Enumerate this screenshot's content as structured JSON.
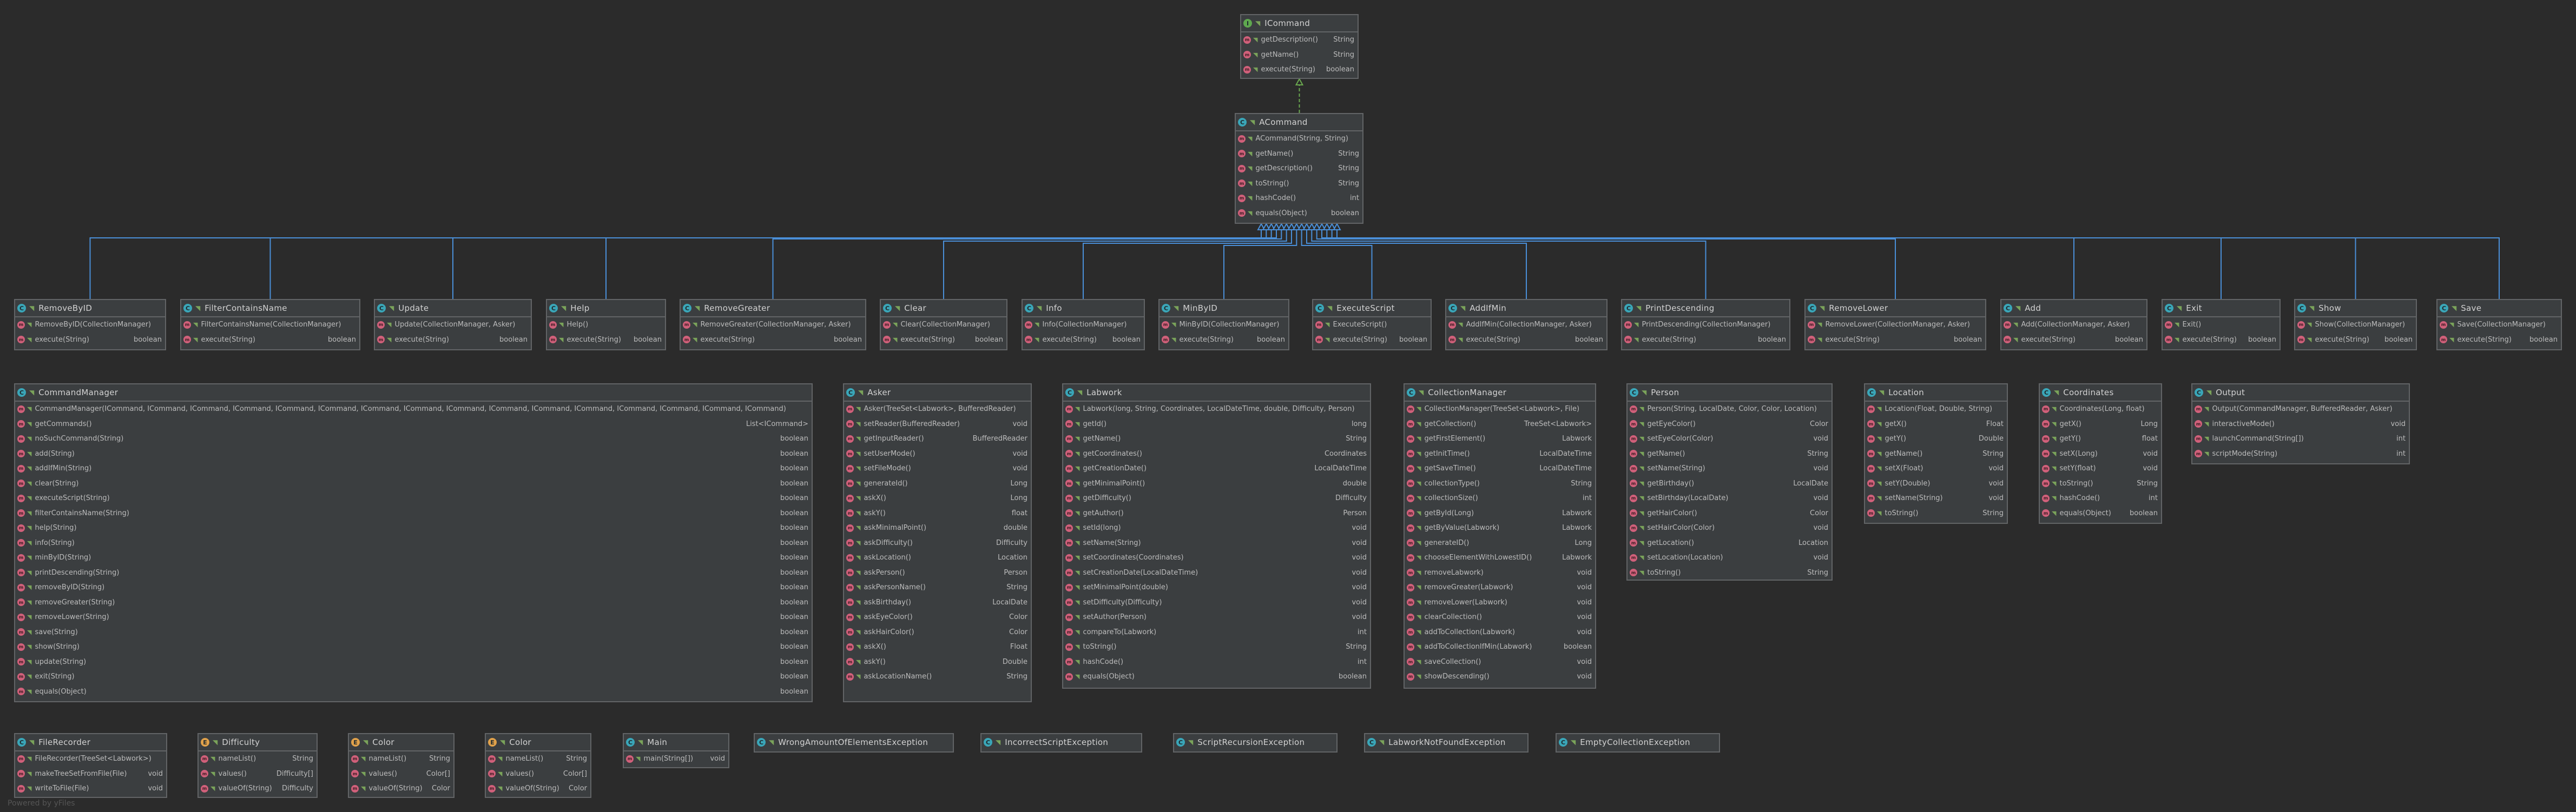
{
  "classes": {
    "icommand": {
      "title": "ICommand",
      "kind": "interface",
      "members": [
        {
          "name": "getDescription()",
          "type": "String"
        },
        {
          "name": "getName()",
          "type": "String"
        },
        {
          "name": "execute(String)",
          "type": "boolean"
        }
      ]
    },
    "acommand": {
      "title": "ACommand",
      "kind": "class",
      "members": [
        {
          "name": "ACommand(String, String)",
          "type": ""
        },
        {
          "name": "getName()",
          "type": "String"
        },
        {
          "name": "getDescription()",
          "type": "String"
        },
        {
          "name": "toString()",
          "type": "String"
        },
        {
          "name": "hashCode()",
          "type": "int"
        },
        {
          "name": "equals(Object)",
          "type": "boolean"
        }
      ]
    },
    "removebyid": {
      "title": "RemoveByID",
      "kind": "class",
      "members": [
        {
          "name": "RemoveByID(CollectionManager)",
          "type": ""
        },
        {
          "name": "execute(String)",
          "type": "boolean"
        }
      ]
    },
    "filtercontainsname": {
      "title": "FilterContainsName",
      "kind": "class",
      "members": [
        {
          "name": "FilterContainsName(CollectionManager)",
          "type": ""
        },
        {
          "name": "execute(String)",
          "type": "boolean"
        }
      ]
    },
    "update": {
      "title": "Update",
      "kind": "class",
      "members": [
        {
          "name": "Update(CollectionManager, Asker)",
          "type": ""
        },
        {
          "name": "execute(String)",
          "type": "boolean"
        }
      ]
    },
    "help": {
      "title": "Help",
      "kind": "class",
      "members": [
        {
          "name": "Help()",
          "type": ""
        },
        {
          "name": "execute(String)",
          "type": "boolean"
        }
      ]
    },
    "removegreater": {
      "title": "RemoveGreater",
      "kind": "class",
      "members": [
        {
          "name": "RemoveGreater(CollectionManager, Asker)",
          "type": ""
        },
        {
          "name": "execute(String)",
          "type": "boolean"
        }
      ]
    },
    "clear": {
      "title": "Clear",
      "kind": "class",
      "members": [
        {
          "name": "Clear(CollectionManager)",
          "type": ""
        },
        {
          "name": "execute(String)",
          "type": "boolean"
        }
      ]
    },
    "info": {
      "title": "Info",
      "kind": "class",
      "members": [
        {
          "name": "Info(CollectionManager)",
          "type": ""
        },
        {
          "name": "execute(String)",
          "type": "boolean"
        }
      ]
    },
    "minbyid": {
      "title": "MinByID",
      "kind": "class",
      "members": [
        {
          "name": "MinByID(CollectionManager)",
          "type": ""
        },
        {
          "name": "execute(String)",
          "type": "boolean"
        }
      ]
    },
    "executescript": {
      "title": "ExecuteScript",
      "kind": "class",
      "members": [
        {
          "name": "ExecuteScript()",
          "type": ""
        },
        {
          "name": "execute(String)",
          "type": "boolean"
        }
      ]
    },
    "addifmin": {
      "title": "AddIfMin",
      "kind": "class",
      "members": [
        {
          "name": "AddIfMin(CollectionManager, Asker)",
          "type": ""
        },
        {
          "name": "execute(String)",
          "type": "boolean"
        }
      ]
    },
    "printdescending": {
      "title": "PrintDescending",
      "kind": "class",
      "members": [
        {
          "name": "PrintDescending(CollectionManager)",
          "type": ""
        },
        {
          "name": "execute(String)",
          "type": "boolean"
        }
      ]
    },
    "removelower": {
      "title": "RemoveLower",
      "kind": "class",
      "members": [
        {
          "name": "RemoveLower(CollectionManager, Asker)",
          "type": ""
        },
        {
          "name": "execute(String)",
          "type": "boolean"
        }
      ]
    },
    "add": {
      "title": "Add",
      "kind": "class",
      "members": [
        {
          "name": "Add(CollectionManager, Asker)",
          "type": ""
        },
        {
          "name": "execute(String)",
          "type": "boolean"
        }
      ]
    },
    "exit": {
      "title": "Exit",
      "kind": "class",
      "members": [
        {
          "name": "Exit()",
          "type": ""
        },
        {
          "name": "execute(String)",
          "type": "boolean"
        }
      ]
    },
    "show": {
      "title": "Show",
      "kind": "class",
      "members": [
        {
          "name": "Show(CollectionManager)",
          "type": ""
        },
        {
          "name": "execute(String)",
          "type": "boolean"
        }
      ]
    },
    "save": {
      "title": "Save",
      "kind": "class",
      "members": [
        {
          "name": "Save(CollectionManager)",
          "type": ""
        },
        {
          "name": "execute(String)",
          "type": "boolean"
        }
      ]
    },
    "commandmanager": {
      "title": "CommandManager",
      "kind": "class",
      "members": [
        {
          "name": "CommandManager(ICommand, ICommand, ICommand, ICommand, ICommand, ICommand, ICommand, ICommand, ICommand, ICommand, ICommand, ICommand, ICommand, ICommand, ICommand, ICommand)",
          "type": ""
        },
        {
          "name": "getCommands()",
          "type": "List<ICommand>"
        },
        {
          "name": "noSuchCommand(String)",
          "type": "boolean"
        },
        {
          "name": "add(String)",
          "type": "boolean"
        },
        {
          "name": "addIfMin(String)",
          "type": "boolean"
        },
        {
          "name": "clear(String)",
          "type": "boolean"
        },
        {
          "name": "executeScript(String)",
          "type": "boolean"
        },
        {
          "name": "filterContainsName(String)",
          "type": "boolean"
        },
        {
          "name": "help(String)",
          "type": "boolean"
        },
        {
          "name": "info(String)",
          "type": "boolean"
        },
        {
          "name": "minByID(String)",
          "type": "boolean"
        },
        {
          "name": "printDescending(String)",
          "type": "boolean"
        },
        {
          "name": "removeByID(String)",
          "type": "boolean"
        },
        {
          "name": "removeGreater(String)",
          "type": "boolean"
        },
        {
          "name": "removeLower(String)",
          "type": "boolean"
        },
        {
          "name": "save(String)",
          "type": "boolean"
        },
        {
          "name": "show(String)",
          "type": "boolean"
        },
        {
          "name": "update(String)",
          "type": "boolean"
        },
        {
          "name": "exit(String)",
          "type": "boolean"
        },
        {
          "name": "equals(Object)",
          "type": "boolean"
        }
      ]
    },
    "asker": {
      "title": "Asker",
      "kind": "class",
      "members": [
        {
          "name": "Asker(TreeSet<Labwork>, BufferedReader)",
          "type": ""
        },
        {
          "name": "setReader(BufferedReader)",
          "type": "void"
        },
        {
          "name": "getInputReader()",
          "type": "BufferedReader"
        },
        {
          "name": "setUserMode()",
          "type": "void"
        },
        {
          "name": "setFileMode()",
          "type": "void"
        },
        {
          "name": "generateId()",
          "type": "Long"
        },
        {
          "name": "askX()",
          "type": "Long"
        },
        {
          "name": "askY()",
          "type": "float"
        },
        {
          "name": "askMinimalPoint()",
          "type": "double"
        },
        {
          "name": "askDifficulty()",
          "type": "Difficulty"
        },
        {
          "name": "askLocation()",
          "type": "Location"
        },
        {
          "name": "askPerson()",
          "type": "Person"
        },
        {
          "name": "askPersonName()",
          "type": "String"
        },
        {
          "name": "askBirthday()",
          "type": "LocalDate"
        },
        {
          "name": "askEyeColor()",
          "type": "Color"
        },
        {
          "name": "askHairColor()",
          "type": "Color"
        },
        {
          "name": "askX()",
          "type": "Float"
        },
        {
          "name": "askY()",
          "type": "Double"
        },
        {
          "name": "askLocationName()",
          "type": "String"
        }
      ]
    },
    "labwork": {
      "title": "Labwork",
      "kind": "class",
      "members": [
        {
          "name": "Labwork(long, String, Coordinates, LocalDateTime, double, Difficulty, Person)",
          "type": ""
        },
        {
          "name": "getId()",
          "type": "long"
        },
        {
          "name": "getName()",
          "type": "String"
        },
        {
          "name": "getCoordinates()",
          "type": "Coordinates"
        },
        {
          "name": "getCreationDate()",
          "type": "LocalDateTime"
        },
        {
          "name": "getMinimalPoint()",
          "type": "double"
        },
        {
          "name": "getDifficulty()",
          "type": "Difficulty"
        },
        {
          "name": "getAuthor()",
          "type": "Person"
        },
        {
          "name": "setId(long)",
          "type": "void"
        },
        {
          "name": "setName(String)",
          "type": "void"
        },
        {
          "name": "setCoordinates(Coordinates)",
          "type": "void"
        },
        {
          "name": "setCreationDate(LocalDateTime)",
          "type": "void"
        },
        {
          "name": "setMinimalPoint(double)",
          "type": "void"
        },
        {
          "name": "setDifficulty(Difficulty)",
          "type": "void"
        },
        {
          "name": "setAuthor(Person)",
          "type": "void"
        },
        {
          "name": "compareTo(Labwork)",
          "type": "int"
        },
        {
          "name": "toString()",
          "type": "String"
        },
        {
          "name": "hashCode()",
          "type": "int"
        },
        {
          "name": "equals(Object)",
          "type": "boolean"
        }
      ]
    },
    "collectionmanager": {
      "title": "CollectionManager",
      "kind": "class",
      "members": [
        {
          "name": "CollectionManager(TreeSet<Labwork>, File)",
          "type": ""
        },
        {
          "name": "getCollection()",
          "type": "TreeSet<Labwork>"
        },
        {
          "name": "getFirstElement()",
          "type": "Labwork"
        },
        {
          "name": "getInitTime()",
          "type": "LocalDateTime"
        },
        {
          "name": "getSaveTime()",
          "type": "LocalDateTime"
        },
        {
          "name": "collectionType()",
          "type": "String"
        },
        {
          "name": "collectionSize()",
          "type": "int"
        },
        {
          "name": "getById(Long)",
          "type": "Labwork"
        },
        {
          "name": "getByValue(Labwork)",
          "type": "Labwork"
        },
        {
          "name": "generateID()",
          "type": "Long"
        },
        {
          "name": "chooseElementWithLowestID()",
          "type": "Labwork"
        },
        {
          "name": "removeLabwork)",
          "type": "void"
        },
        {
          "name": "removeGreater(Labwork)",
          "type": "void"
        },
        {
          "name": "removeLower(Labwork)",
          "type": "void"
        },
        {
          "name": "clearCollection()",
          "type": "void"
        },
        {
          "name": "addToCollection(Labwork)",
          "type": "void"
        },
        {
          "name": "addToCollectionIfMin(Labwork)",
          "type": "boolean"
        },
        {
          "name": "saveCollection()",
          "type": "void"
        },
        {
          "name": "showDescending()",
          "type": "void"
        }
      ]
    },
    "person": {
      "title": "Person",
      "kind": "class",
      "members": [
        {
          "name": "Person(String, LocalDate, Color, Color, Location)",
          "type": ""
        },
        {
          "name": "getEyeColor()",
          "type": "Color"
        },
        {
          "name": "setEyeColor(Color)",
          "type": "void"
        },
        {
          "name": "getName()",
          "type": "String"
        },
        {
          "name": "setName(String)",
          "type": "void"
        },
        {
          "name": "getBirthday()",
          "type": "LocalDate"
        },
        {
          "name": "setBirthday(LocalDate)",
          "type": "void"
        },
        {
          "name": "getHairColor()",
          "type": "Color"
        },
        {
          "name": "setHairColor(Color)",
          "type": "void"
        },
        {
          "name": "getLocation()",
          "type": "Location"
        },
        {
          "name": "setLocation(Location)",
          "type": "void"
        },
        {
          "name": "toString()",
          "type": "String"
        }
      ]
    },
    "location": {
      "title": "Location",
      "kind": "class",
      "members": [
        {
          "name": "Location(Float, Double, String)",
          "type": ""
        },
        {
          "name": "getX()",
          "type": "Float"
        },
        {
          "name": "getY()",
          "type": "Double"
        },
        {
          "name": "getName()",
          "type": "String"
        },
        {
          "name": "setX(Float)",
          "type": "void"
        },
        {
          "name": "setY(Double)",
          "type": "void"
        },
        {
          "name": "setName(String)",
          "type": "void"
        },
        {
          "name": "toString()",
          "type": "String"
        }
      ]
    },
    "coordinates": {
      "title": "Coordinates",
      "kind": "class",
      "members": [
        {
          "name": "Coordinates(Long, float)",
          "type": ""
        },
        {
          "name": "getX()",
          "type": "Long"
        },
        {
          "name": "getY()",
          "type": "float"
        },
        {
          "name": "setX(Long)",
          "type": "void"
        },
        {
          "name": "setY(float)",
          "type": "void"
        },
        {
          "name": "toString()",
          "type": "String"
        },
        {
          "name": "hashCode()",
          "type": "int"
        },
        {
          "name": "equals(Object)",
          "type": "boolean"
        }
      ]
    },
    "output": {
      "title": "Output",
      "kind": "class",
      "members": [
        {
          "name": "Output(CommandManager, BufferedReader, Asker)",
          "type": ""
        },
        {
          "name": "interactiveMode()",
          "type": "void"
        },
        {
          "name": "launchCommand(String[])",
          "type": "int"
        },
        {
          "name": "scriptMode(String)",
          "type": "int"
        }
      ]
    },
    "filerecorder": {
      "title": "FileRecorder",
      "kind": "class",
      "members": [
        {
          "name": "FileRecorder(TreeSet<Labwork>)",
          "type": ""
        },
        {
          "name": "makeTreeSetFromFile(File)",
          "type": "void"
        },
        {
          "name": "writeToFile(File)",
          "type": "void"
        }
      ]
    },
    "difficulty": {
      "title": "Difficulty",
      "kind": "enum",
      "members": [
        {
          "name": "nameList()",
          "type": "String"
        },
        {
          "name": "values()",
          "type": "Difficulty[]"
        },
        {
          "name": "valueOf(String)",
          "type": "Difficulty"
        }
      ]
    },
    "color1": {
      "title": "Color",
      "kind": "enum",
      "members": [
        {
          "name": "nameList()",
          "type": "String"
        },
        {
          "name": "values()",
          "type": "Color[]"
        },
        {
          "name": "valueOf(String)",
          "type": "Color"
        }
      ]
    },
    "color2": {
      "title": "Color",
      "kind": "enum",
      "members": [
        {
          "name": "nameList()",
          "type": "String"
        },
        {
          "name": "values()",
          "type": "Color[]"
        },
        {
          "name": "valueOf(String)",
          "type": "Color"
        }
      ]
    },
    "main": {
      "title": "Main",
      "kind": "class",
      "members": [
        {
          "name": "main(String[])",
          "type": "void"
        }
      ]
    },
    "wrongamount": {
      "title": "WrongAmountOfElementsException",
      "kind": "exception",
      "members": []
    },
    "incorrectscript": {
      "title": "IncorrectScriptException",
      "kind": "exception",
      "members": []
    },
    "scriptrecursion": {
      "title": "ScriptRecursionException",
      "kind": "exception",
      "members": []
    },
    "labworknotfound": {
      "title": "LabworkNotFoundException",
      "kind": "exception",
      "members": []
    },
    "emptycollection": {
      "title": "EmptyCollectionException",
      "kind": "exception",
      "members": []
    }
  },
  "colors": {
    "background": "#2b2b2b",
    "node_fill": "#3b3e40",
    "node_border": "#626466",
    "inheritance_edge": "#4a8fd8",
    "implements_edge": "#6aa84f"
  },
  "watermark": "Powered by yFiles"
}
